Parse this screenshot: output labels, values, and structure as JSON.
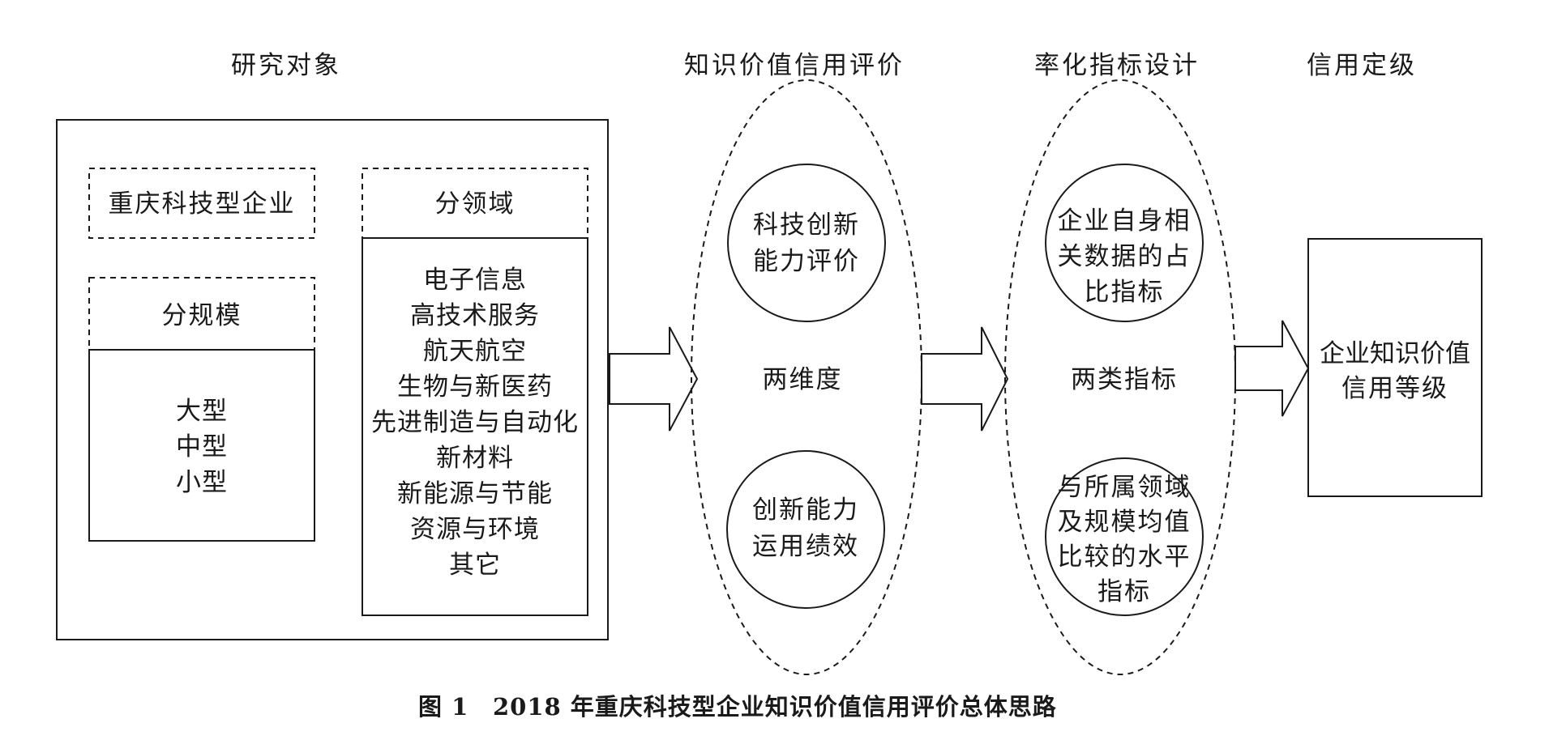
{
  "headers": {
    "research_object": "研究对象",
    "evaluation": "知识价值信用评价",
    "indicator_design": "率化指标设计",
    "credit_rating": "信用定级"
  },
  "research": {
    "enterprise": "重庆科技型企业",
    "scale_header": "分规模",
    "scale_items": [
      "大型",
      "中型",
      "小型"
    ],
    "domain_header": "分领域",
    "domain_items": [
      "电子信息",
      "高技术服务",
      "航天航空",
      "生物与新医药",
      "先进制造与自动化",
      "新材料",
      "新能源与节能",
      "资源与环境",
      "其它"
    ]
  },
  "evaluation": {
    "circle_top": [
      "科技创新",
      "能力评价"
    ],
    "center": "两维度",
    "circle_bottom": [
      "创新能力",
      "运用绩效"
    ]
  },
  "indicators": {
    "circle_top": [
      "企业自身相",
      "关数据的占",
      "比指标"
    ],
    "center": "两类指标",
    "circle_bottom": [
      "与所属领域",
      "及规模均值",
      "比较的水平",
      "指标"
    ]
  },
  "rating": {
    "box": [
      "企业知识价值",
      "信用等级"
    ]
  },
  "caption": {
    "label": "图 1",
    "text": "2018 年重庆科技型企业知识价值信用评价总体思路"
  }
}
